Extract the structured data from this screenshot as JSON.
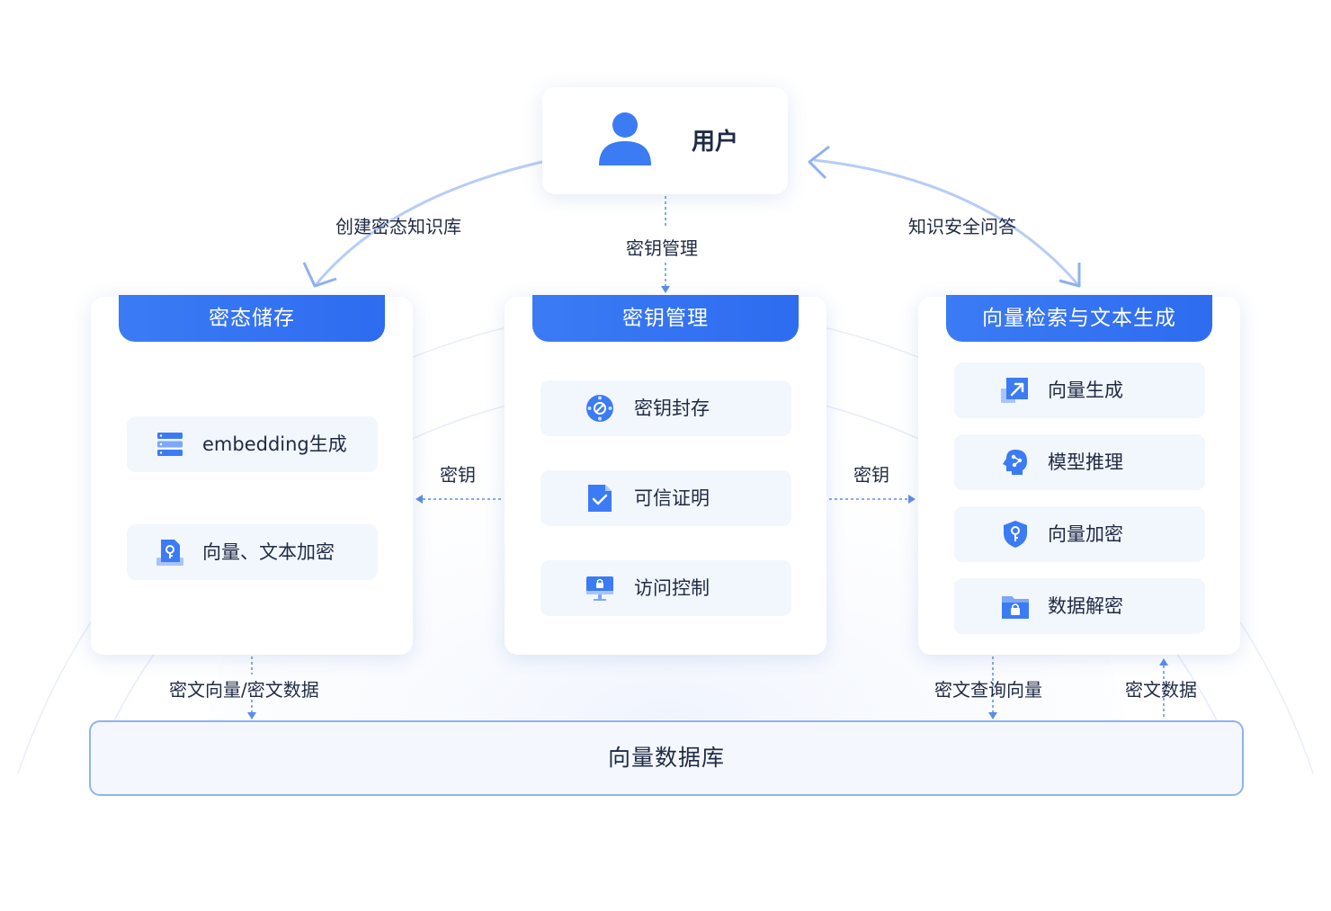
{
  "user": {
    "label": "用户"
  },
  "flows": {
    "create_kb": "创建密态知识库",
    "key_mgmt": "密钥管理",
    "secure_qa": "知识安全问答",
    "key_left": "密钥",
    "key_right": "密钥",
    "cipher_vec_data": "密文向量/密文数据",
    "cipher_query": "密文查询向量",
    "cipher_data": "密文数据"
  },
  "modules": {
    "left": {
      "title": "密态储存",
      "items": [
        {
          "label": "embedding生成",
          "icon": "server-stack-icon"
        },
        {
          "label": "向量、文本加密",
          "icon": "doc-key-icon"
        }
      ]
    },
    "middle": {
      "title": "密钥管理",
      "items": [
        {
          "label": "密钥封存",
          "icon": "key-seal-icon"
        },
        {
          "label": "可信证明",
          "icon": "doc-check-icon"
        },
        {
          "label": "访问控制",
          "icon": "monitor-lock-icon"
        }
      ]
    },
    "right": {
      "title": "向量检索与文本生成",
      "items": [
        {
          "label": "向量生成",
          "icon": "vector-arrow-icon"
        },
        {
          "label": "模型推理",
          "icon": "brain-head-icon"
        },
        {
          "label": "向量加密",
          "icon": "shield-key-icon"
        },
        {
          "label": "数据解密",
          "icon": "folder-lock-icon"
        }
      ]
    }
  },
  "database": {
    "label": "向量数据库"
  },
  "colors": {
    "accent": "#3b7bf4",
    "text": "#1f2a44",
    "item_bg": "#f2f6fd"
  }
}
